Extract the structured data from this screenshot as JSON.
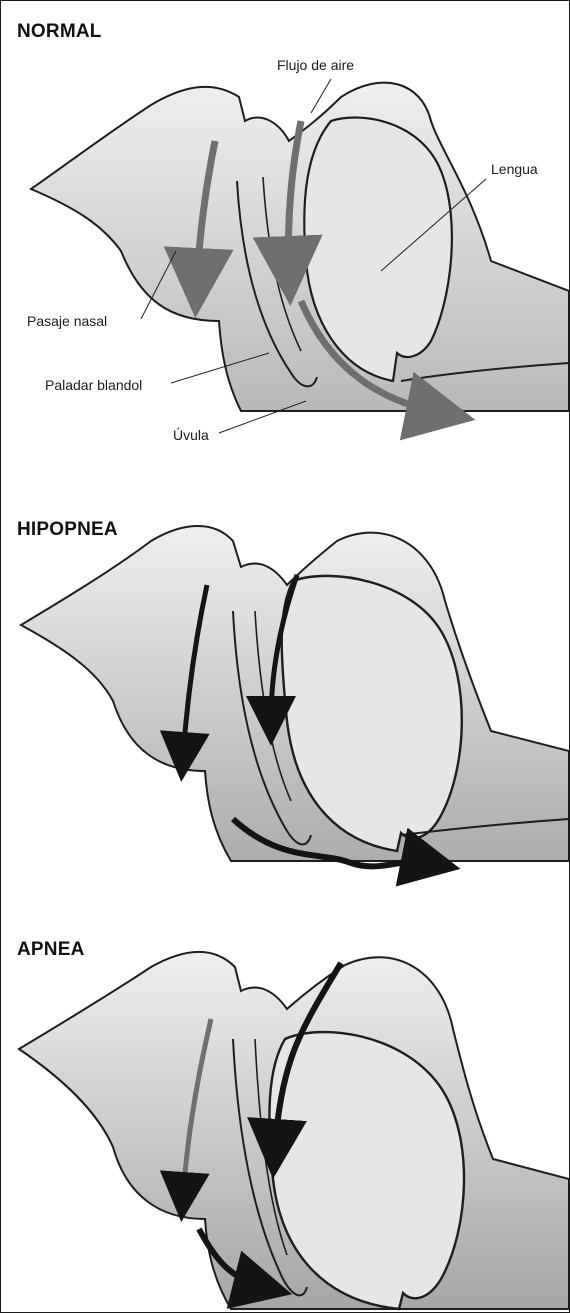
{
  "panels": [
    {
      "title": "NORMAL",
      "labels": {
        "airflow": "Flujo de aire",
        "tongue": "Lengua",
        "nasal": "Pasaje nasal",
        "palate": "Paladar blandol",
        "uvula": "Úvula"
      }
    },
    {
      "title": "HIPOPNEA"
    },
    {
      "title": "APNEA"
    }
  ],
  "colors": {
    "outline": "#1e1e1e",
    "tissue": "#d8d8d8",
    "tissue_dark": "#9a9a9a",
    "arrow_normal": "#6f6f6f",
    "arrow_obstructed": "#141414"
  }
}
